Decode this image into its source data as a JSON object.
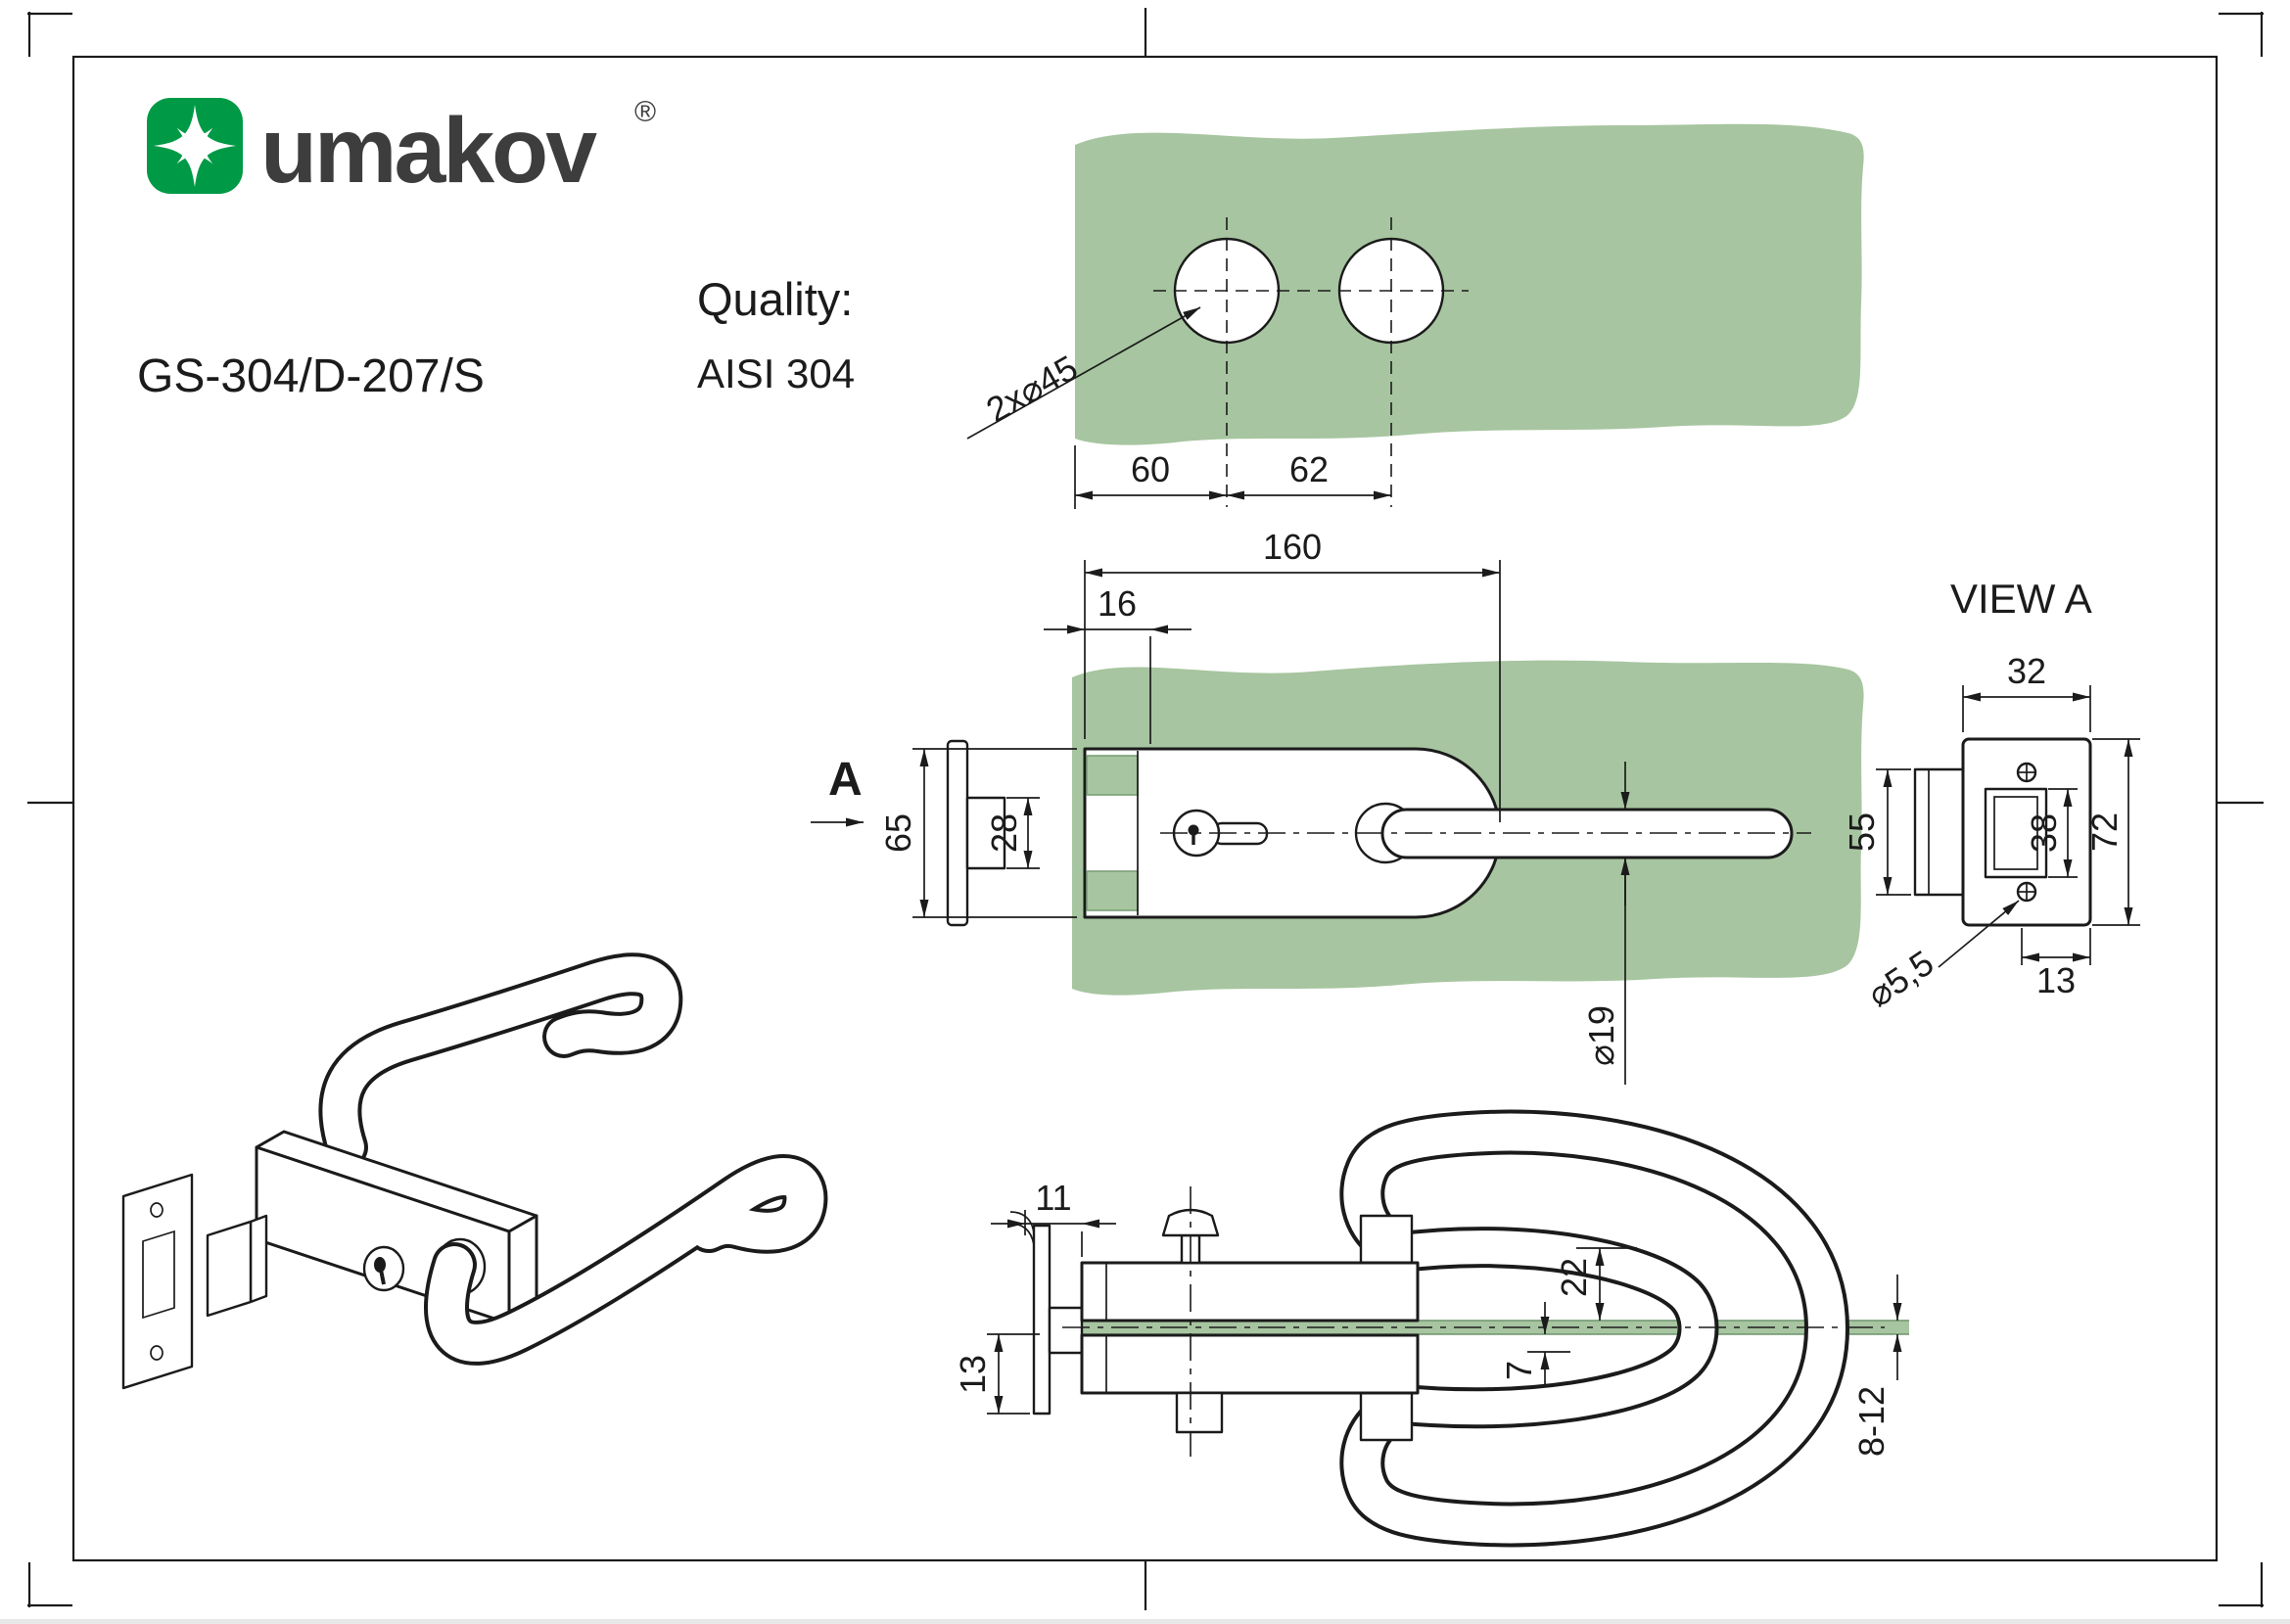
{
  "sheet": {
    "product_code": "GS-304/D-207/S",
    "quality_label": "Quality:",
    "quality_value": "AISI 304"
  },
  "logo": {
    "brand": "umakov",
    "registered_mark": "®"
  },
  "colors": {
    "logo_green": "#009a47",
    "glass_green": "#a7c5a0",
    "line": "#1b1b1b",
    "brand_text": "#3d3d3d"
  },
  "top_view": {
    "holes_label": "2x⌀45",
    "dim_edge_to_hole": "60",
    "dim_hole_spacing": "62"
  },
  "front_view": {
    "section_label": "A",
    "dim_length": "160",
    "dim_backset": "16",
    "dim_body_height": "65",
    "dim_latch_height": "28",
    "dim_handle_diameter": "⌀19"
  },
  "view_a": {
    "title": "VIEW A",
    "dim_width": "32",
    "dim_box_height": "55",
    "dim_slot_height": "38",
    "dim_total_height": "72",
    "dim_screw_hole": "⌀5,5",
    "dim_depth": "13"
  },
  "plan_view": {
    "dim_plate_offset": "11",
    "dim_below_glass": "13",
    "dim_handle_offset": "22",
    "dim_gap": "7",
    "dim_glass_thickness": "8-12"
  }
}
